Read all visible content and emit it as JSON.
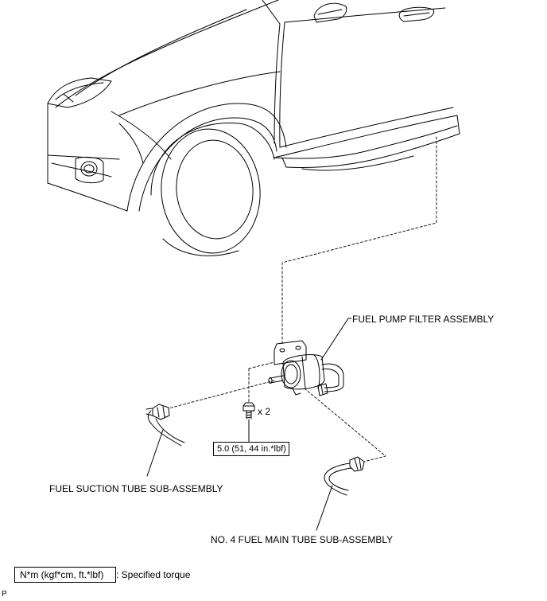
{
  "labels": {
    "fuel_pump_filter": "FUEL PUMP FILTER ASSEMBLY",
    "fuel_suction_tube": "FUEL SUCTION TUBE SUB-ASSEMBLY",
    "fuel_main_tube": "NO. 4 FUEL MAIN TUBE SUB-ASSEMBLY",
    "bolt_qty": "x 2"
  },
  "torque": {
    "value": "5.0 (51, 44 in.*lbf)"
  },
  "legend": {
    "unit": "N*m (kgf*cm, ft.*lbf)",
    "description": ": Specified torque"
  },
  "corner_code": "P"
}
